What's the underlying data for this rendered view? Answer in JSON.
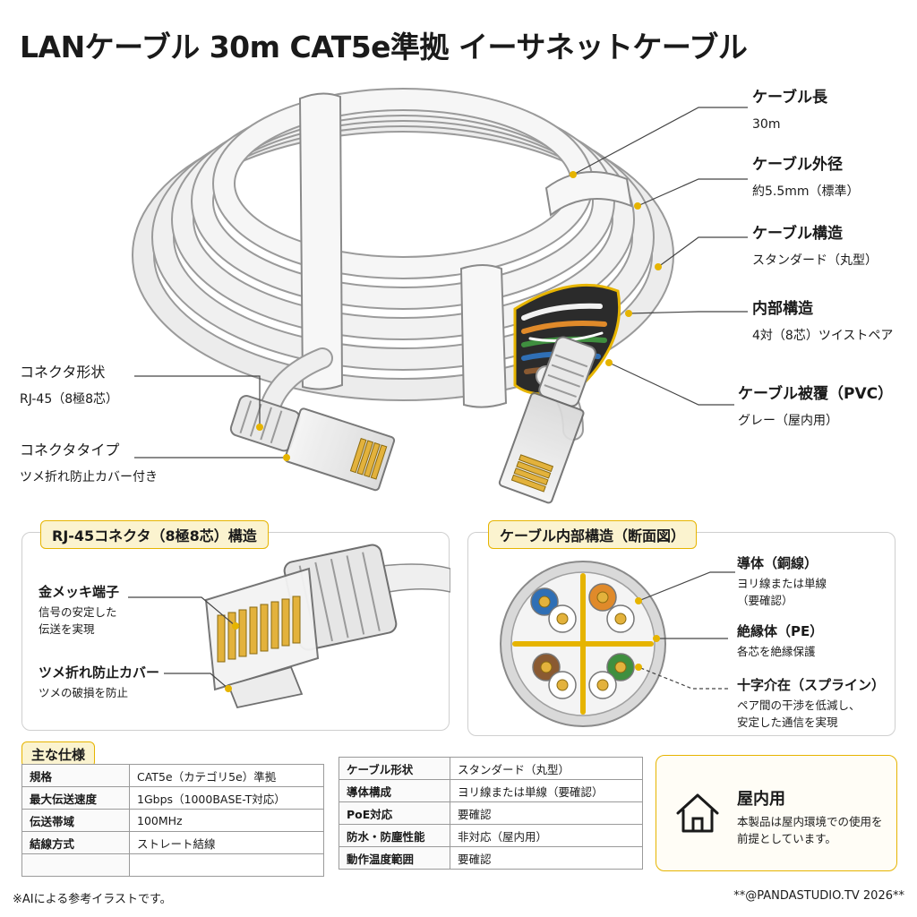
{
  "title": "LANケーブル 30m CAT5e準拠 イーサネットケーブル",
  "callouts": {
    "length": {
      "title": "ケーブル長",
      "desc": "30m"
    },
    "diameter": {
      "title": "ケーブル外径",
      "desc": "約5.5mm（標準）"
    },
    "structure": {
      "title": "ケーブル構造",
      "desc": "スタンダード（丸型）"
    },
    "inner": {
      "title": "内部構造",
      "desc": "4対（8芯）ツイストペア"
    },
    "jacket": {
      "title": "ケーブル被覆（PVC）",
      "desc": "グレー（屋内用）"
    },
    "connector_shape": {
      "title": "コネクタ形状",
      "desc": "RJ-45（8極8芯）"
    },
    "connector_type": {
      "title": "コネクタタイプ",
      "desc": "ツメ折れ防止カバー付き"
    }
  },
  "rj45_panel": {
    "tag": "RJ-45コネクタ（8極8芯）構造",
    "gold": {
      "title": "金メッキ端子",
      "desc1": "信号の安定した",
      "desc2": "伝送を実現"
    },
    "boot": {
      "title": "ツメ折れ防止カバー",
      "desc": "ツメの破損を防止"
    }
  },
  "cross_panel": {
    "tag": "ケーブル内部構造（断面図）",
    "conductor": {
      "title": "導体（銅線）",
      "desc1": "ヨリ線または単線",
      "desc2": "（要確認）"
    },
    "insulator": {
      "title": "絶縁体（PE）",
      "desc": "各芯を絶縁保護"
    },
    "spline": {
      "title": "十字介在（スプライン）",
      "desc1": "ペア間の干渉を低減し、",
      "desc2": "安定した通信を実現"
    }
  },
  "specs": {
    "tag": "主な仕様",
    "left": [
      {
        "k": "規格",
        "v": "CAT5e（カテゴリ5e）準拠"
      },
      {
        "k": "最大伝送速度",
        "v": "1Gbps（1000BASE-T対応）"
      },
      {
        "k": "伝送帯域",
        "v": "100MHz"
      },
      {
        "k": "結線方式",
        "v": "ストレート結線"
      },
      {
        "k": "",
        "v": ""
      }
    ],
    "right": [
      {
        "k": "ケーブル形状",
        "v": "スタンダード（丸型）"
      },
      {
        "k": "導体構成",
        "v": "ヨリ線または単線（要確認）"
      },
      {
        "k": "PoE対応",
        "v": "要確認"
      },
      {
        "k": "防水・防塵性能",
        "v": "非対応（屋内用）"
      },
      {
        "k": "動作温度範囲",
        "v": "要確認"
      }
    ]
  },
  "indoor": {
    "title": "屋内用",
    "desc1": "本製品は屋内環境での使用を",
    "desc2": "前提としています。"
  },
  "footnote": "※AIによる参考イラストです。",
  "copyright": "**@PANDASTUDIO.TV 2026**",
  "colors": {
    "accent": "#e6b400",
    "tag_bg": "#fbf3cf",
    "cable": "#e4e4e4",
    "gold": "#e3b23c"
  }
}
